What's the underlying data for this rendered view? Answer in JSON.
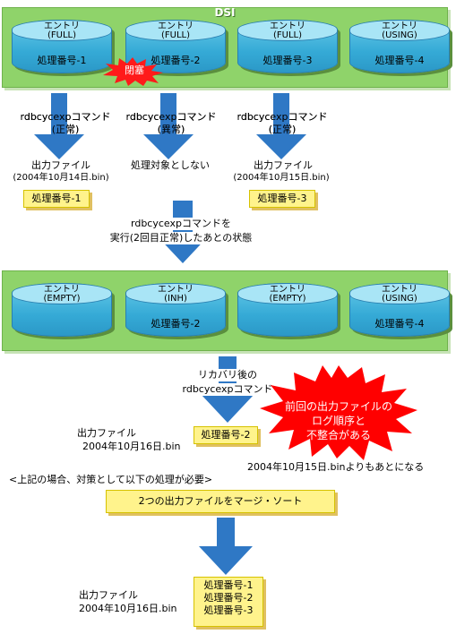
{
  "dsi": {
    "title": "DSI",
    "entries": [
      {
        "label": "エントリ",
        "state": "(FULL)",
        "number": "処理番号-1"
      },
      {
        "label": "エントリ",
        "state": "(FULL)",
        "number": "処理番号-2"
      },
      {
        "label": "エントリ",
        "state": "(FULL)",
        "number": "処理番号-3"
      },
      {
        "label": "エントリ",
        "state": "(USING)",
        "number": "処理番号-4"
      }
    ],
    "closed_badge": "閉塞"
  },
  "commands_first": [
    {
      "command": "rdbcycexpコマンド",
      "result": "(正常)"
    },
    {
      "command": "rdbcycexpコマンド",
      "result": "(異常)"
    },
    {
      "command": "rdbcycexpコマンド",
      "result": "(正常)"
    }
  ],
  "outputs_first": {
    "file1_title": "出力ファイル",
    "file1_name": "(2004年10月14日.bin)",
    "file1_box": "処理番号-1",
    "middle_note": "処理対象としない",
    "file3_title": "出力ファイル",
    "file3_name": "(2004年10月15日.bin)",
    "file3_box": "処理番号-3"
  },
  "after_note": {
    "line1": "rdbcycexpコマンドを",
    "line2": "実行(2回目正常)したあとの状態"
  },
  "dsi_second": {
    "entries": [
      {
        "label": "エントリ",
        "state": "(EMPTY)",
        "number": ""
      },
      {
        "label": "エントリ",
        "state": "(INH)",
        "number": "処理番号-2"
      },
      {
        "label": "エントリ",
        "state": "(EMPTY)",
        "number": ""
      },
      {
        "label": "エントリ",
        "state": "(USING)",
        "number": "処理番号-4"
      }
    ]
  },
  "recovery": {
    "line1": "リカバリ後の",
    "line2": "rdbcycexpコマンド",
    "file_title": "出力ファイル",
    "file_name": "2004年10月16日.bin",
    "box": "処理番号-2",
    "warning_line1": "前回の出力ファイルの",
    "warning_line2": "ログ順序と",
    "warning_line3": "不整合がある",
    "note": "2004年10月15日.binよりもあとになる"
  },
  "requirement": {
    "text": "<上記の場合、対策として以下の処理が必要>",
    "action": "2つの出力ファイルをマージ・ソート"
  },
  "final_output": {
    "file_title": "出力ファイル",
    "file_name": "2004年10月16日.bin",
    "items": [
      "処理番号-1",
      "処理番号-2",
      "処理番号-3"
    ]
  }
}
